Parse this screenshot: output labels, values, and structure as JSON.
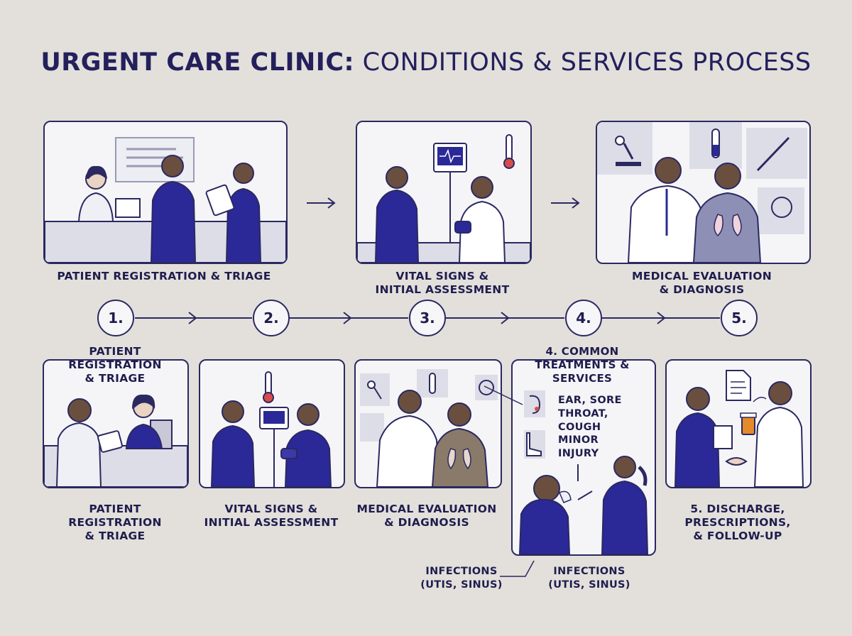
{
  "title": {
    "bold": "URGENT CARE CLINIC:",
    "light": "CONDITIONS & SERVICES PROCESS"
  },
  "top_row": [
    {
      "caption": "PATIENT REGISTRATION & TRIAGE"
    },
    {
      "caption": "VITAL SIGNS &\nINITIAL ASSESSMENT"
    },
    {
      "caption": "MEDICAL EVALUATION\n& DIAGNOSIS"
    }
  ],
  "steps": [
    "1.",
    "2.",
    "3.",
    "4.",
    "5."
  ],
  "bottom_row": [
    {
      "header": "PATIENT\nREGISTRATION\n& TRIAGE",
      "caption": "PATIENT\nREGISTRATION\n& TRIAGE"
    },
    {
      "caption": "VITAL SIGNS &\nINITIAL ASSESSMENT"
    },
    {
      "caption": "MEDICAL EVALUATION\n& DIAGNOSIS"
    },
    {
      "header": "4. COMMON\nTREATMENTS &\nSERVICES",
      "items": [
        "EAR, SORE\nTHROAT, COUGH",
        "MINOR\nINJURY"
      ],
      "below_left": "INFECTIONS\n(UTIS, SINUS)",
      "below_right": "INFECTIONS\n(UTIS, SINUS)"
    },
    {
      "caption": "5. DISCHARGE,\nPRESCRIPTIONS,\n& FOLLOW-UP"
    }
  ],
  "colors": {
    "background": "#e3e0dc",
    "navy": "#2b2997",
    "outline": "#2b2960",
    "panel": "#f5f5f8"
  }
}
